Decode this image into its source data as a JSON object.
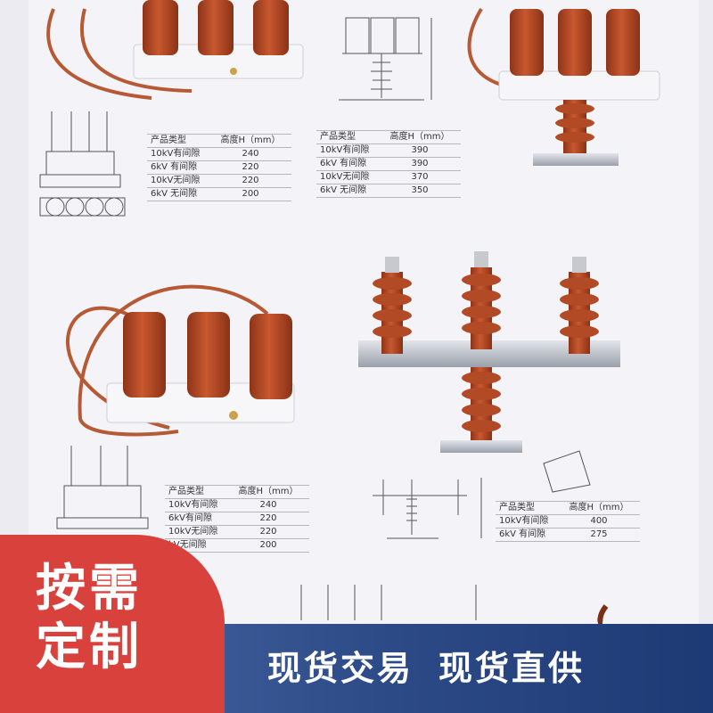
{
  "badge": {
    "line1": "按需",
    "line2": "定制"
  },
  "bottom_bar": {
    "slogan_left": "现货交易",
    "slogan_right": "现货直供"
  },
  "colors": {
    "arrester_red": "#b64a28",
    "cable_red": "#c05a35",
    "badge_red": "#d9413c",
    "bar_blue": "#2c4a86"
  },
  "tables": [
    {
      "headers": [
        "产品类型",
        "高度H（mm）"
      ],
      "rows": [
        [
          "10kV有间隙",
          "240"
        ],
        [
          "6kV 有间隙",
          "220"
        ],
        [
          "10kV无间隙",
          "220"
        ],
        [
          "6kV 无间隙",
          "200"
        ]
      ]
    },
    {
      "headers": [
        "产品类型",
        "高度H（mm）"
      ],
      "rows": [
        [
          "10kV有间隙",
          "390"
        ],
        [
          "6kV 有间隙",
          "390"
        ],
        [
          "10kV无间隙",
          "370"
        ],
        [
          "6kV 无间隙",
          "350"
        ]
      ]
    },
    {
      "headers": [
        "产品类型",
        "高度H（mm）"
      ],
      "rows": [
        [
          "10kV有间隙",
          "240"
        ],
        [
          "6kV有间隙",
          "220"
        ],
        [
          "10kV无间隙",
          "220"
        ],
        [
          "kV无间隙",
          "200"
        ]
      ]
    },
    {
      "headers": [
        "产品类型",
        "高度H（mm）"
      ],
      "rows": [
        [
          "10kV有间隙",
          "400"
        ],
        [
          "6kV 有间隙",
          "275"
        ]
      ]
    }
  ]
}
